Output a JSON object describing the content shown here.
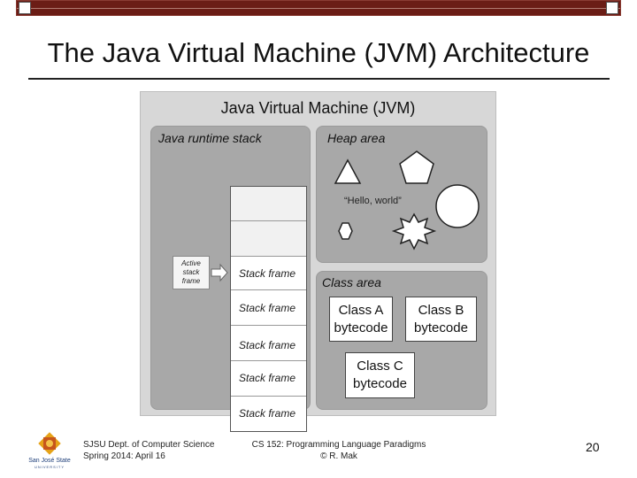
{
  "slide": {
    "title": "The Java Virtual Machine (JVM) Architecture"
  },
  "jvm": {
    "title": "Java Virtual Machine (JVM)",
    "runtime_stack": {
      "label": "Java runtime stack",
      "active_label": [
        "Active",
        "stack",
        "frame"
      ],
      "frames": [
        "Stack frame",
        "Stack frame",
        "Stack frame",
        "Stack frame",
        "Stack frame"
      ]
    },
    "heap": {
      "label": "Heap area",
      "string_object": "“Hello, world”"
    },
    "class_area": {
      "label": "Class area",
      "classes": [
        {
          "name": "Class A",
          "sub": "bytecode"
        },
        {
          "name": "Class B",
          "sub": "bytecode"
        },
        {
          "name": "Class C",
          "sub": "bytecode"
        }
      ]
    }
  },
  "footer": {
    "dept_line1": "SJSU Dept. of Computer Science",
    "dept_line2": "Spring 2014: April 16",
    "course_line1": "CS 152: Programming Language Paradigms",
    "course_line2": "© R. Mak",
    "page_number": "20",
    "logo_text": "San José State",
    "logo_subtext": "UNIVERSITY"
  },
  "colors": {
    "top_bar": "#6b1d16",
    "panel": "#a8a8a8",
    "jvm_bg": "#d7d7d7"
  }
}
